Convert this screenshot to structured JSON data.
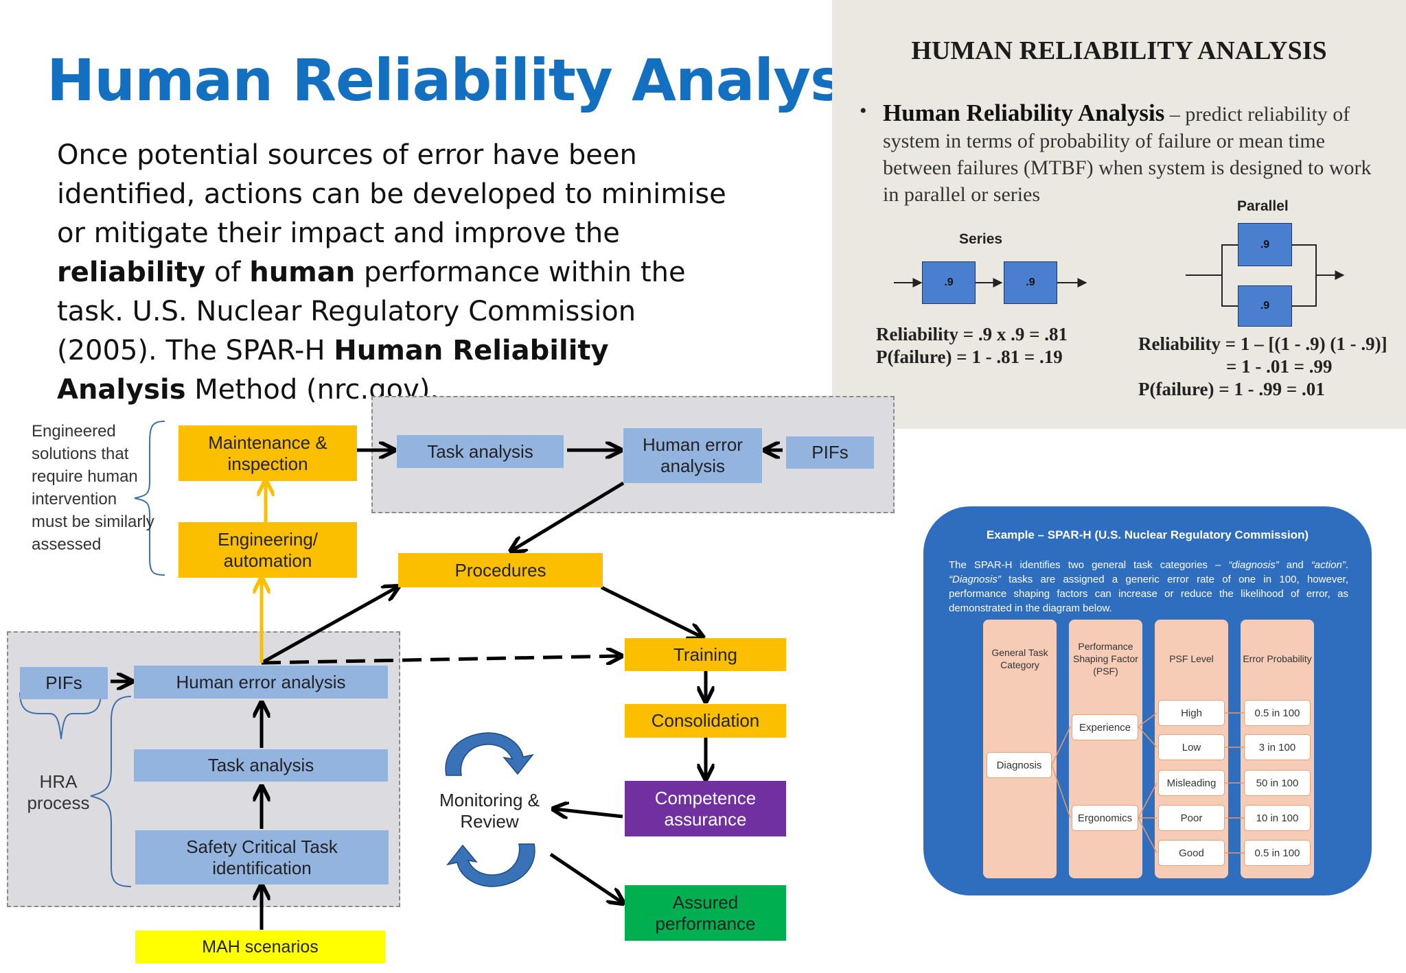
{
  "slide": {
    "title": "Human Reliability Analysis",
    "intro": {
      "t1": "Once potential sources of error have been identified, actions can be developed to minimise or mitigate their impact and improve the ",
      "b1": "reliability",
      "t2": " of ",
      "b2": "human",
      "t3": " performance within the task. U.S. Nuclear Regulatory Commission (2005). The SPAR-H ",
      "b3": "Human Reliability Analysis",
      "t4": " Method (nrc.gov)."
    }
  },
  "reliability_panel": {
    "title": "HUMAN RELIABILITY ANALYSIS",
    "bullet": "•",
    "bullet_term": "Human Reliability Analysis",
    "bullet_text": " – predict reliability of system in terms of probability of failure or mean time between failures (MTBF) when system is designed to work in parallel or series",
    "series": {
      "label": "Series",
      "block_1": ".9",
      "block_2": ".9",
      "line_1": "Reliability = .9 x .9 = .81",
      "line_2": "P(failure) = 1 - .81 = .19"
    },
    "parallel": {
      "label": "Parallel",
      "block_1": ".9",
      "block_2": ".9",
      "line_1": "Reliability = 1 – [(1 - .9) (1 - .9)]",
      "line_2": "= 1 - .01 = .99",
      "line_3": "P(failure) = 1 - .99 = .01"
    }
  },
  "flow": {
    "engineered_note": "Engineered solutions that require human intervention must be similarly assessed",
    "maintenance": "Maintenance & inspection",
    "engineering": "Engineering/ automation",
    "task_analysis_top": "Task analysis",
    "human_error_top": "Human error analysis",
    "pifs_top": "PIFs",
    "procedures": "Procedures",
    "pifs_left": "PIFs",
    "human_error_left": "Human error analysis",
    "task_analysis_left": "Task analysis",
    "safety_critical": "Safety Critical Task identification",
    "hra_process": "HRA process",
    "mah": "MAH scenarios",
    "training": "Training",
    "consolidation": "Consolidation",
    "competence": "Competence assurance",
    "assured": "Assured performance",
    "monitoring": "Monitoring & Review"
  },
  "spar_h": {
    "title": "Example – SPAR-H (U.S. Nuclear Regulatory Commission)",
    "text_1": "The SPAR-H identifies two general task categories – ",
    "diag_q": "“diagnosis”",
    "text_and": " and ",
    "action_q": "“action”",
    "text_dot": ". ",
    "diag_q2": "“Diagnosis”",
    "text_2": " tasks are assigned a generic error rate of one in 100, however, performance shaping factors can increase or reduce the likelihood of error, as demonstrated in the diagram below.",
    "headers": [
      "General Task Category",
      "Performance Shaping Factor (PSF)",
      "PSF Level",
      "Error Probability"
    ],
    "category": "Diagnosis",
    "psfs": [
      "Experience",
      "Ergonomics"
    ],
    "levels": [
      "High",
      "Low",
      "Misleading",
      "Poor",
      "Good"
    ],
    "probabilities": [
      "0.5 in 100",
      "3 in 100",
      "50 in 100",
      "10 in 100",
      "0.5 in 100"
    ]
  },
  "colors": {
    "title_blue": "#1370c0",
    "process_yellow": "#fcbf00",
    "process_blue": "#94b4e0",
    "competence_purple": "#7030a0",
    "assured_green": "#00b050",
    "mah_yellow": "#ffff00",
    "spar_panel_blue": "#2f6dbf"
  }
}
